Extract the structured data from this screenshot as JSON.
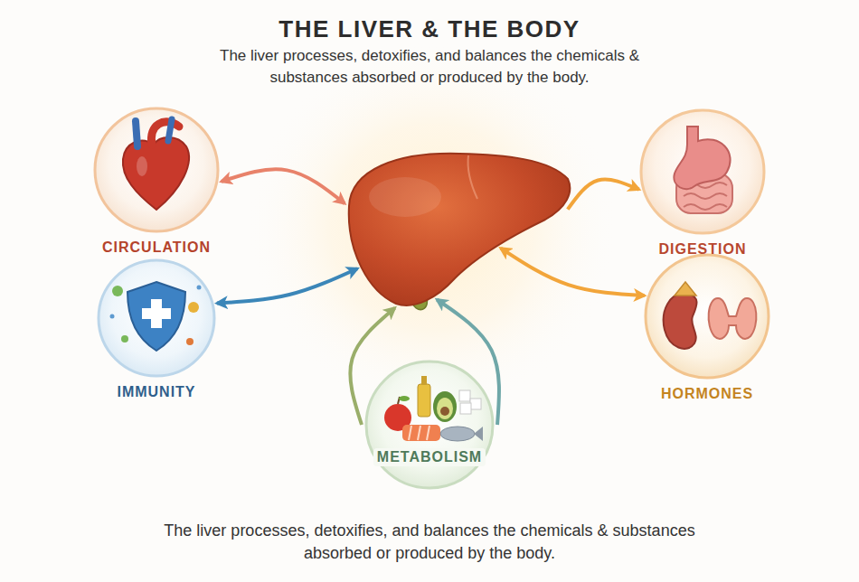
{
  "diagram": {
    "title": "THE LIVER & THE BODY",
    "caption": "The liver processes, detoxifies, and balances the chemicals & substances absorbed or produced by the body.",
    "nodes": [
      {
        "text": [
          "CIRCULATION"
        ]
      },
      {
        "text": [
          "DIGESTION"
        ]
      },
      {
        "text": []
      },
      {
        "text": [
          "IMMUNITY"
        ]
      },
      {
        "text": [
          "HORMONES"
        ]
      },
      {
        "text": [
          "METABOLISM"
        ]
      }
    ],
    "edges": [
      {
        "from": 0,
        "to": 2,
        "arrow": "both"
      },
      {
        "from": 2,
        "to": 1,
        "arrow": "to"
      },
      {
        "from": 3,
        "to": 2,
        "arrow": "both"
      },
      {
        "from": 2,
        "to": 4,
        "arrow": "both"
      },
      {
        "from": 5,
        "to": 2,
        "arrow": "to"
      },
      {
        "from": 5,
        "to": 2,
        "arrow": "to"
      }
    ],
    "labels": [
      "The liver processes, detoxifies, and balances the chemicals & substances absorbed or produced by the body."
    ]
  }
}
